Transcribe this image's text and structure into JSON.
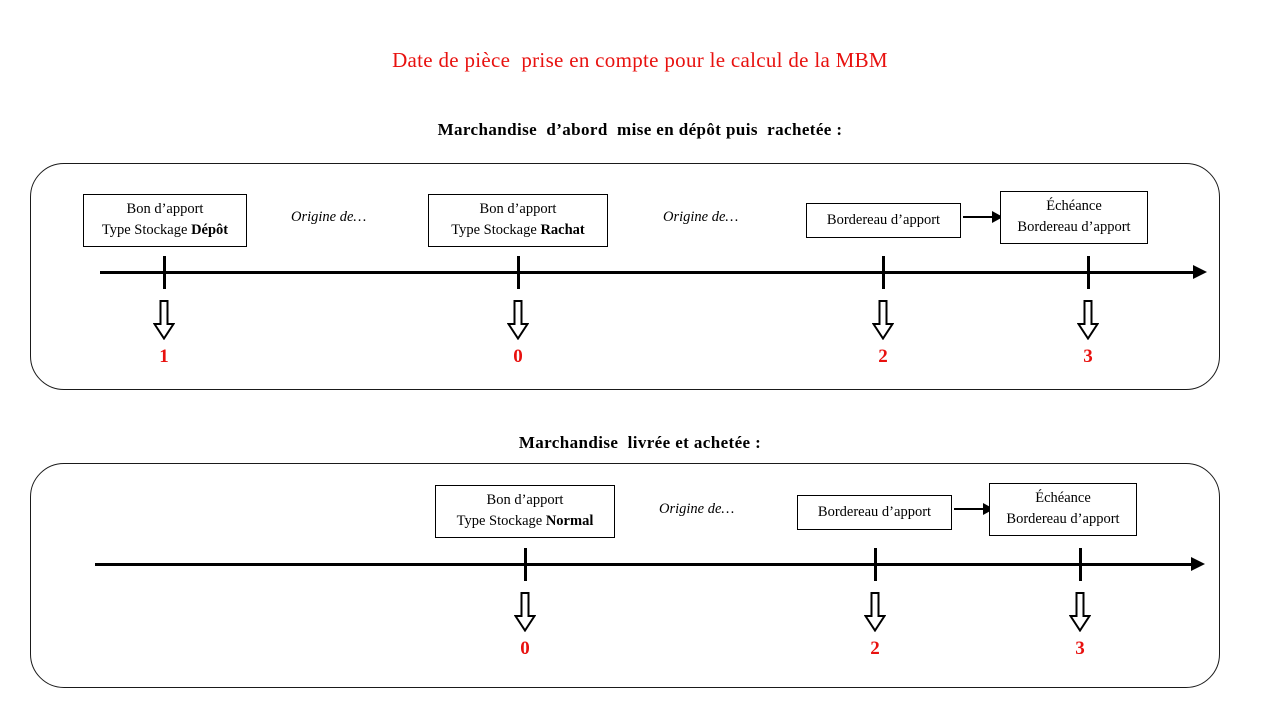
{
  "title": "Date de pièce  prise en compte pour le calcul de la MBM",
  "accent_color": "#e8110f",
  "line_color": "#000000",
  "sections": [
    {
      "heading": "Marchandise  d’abord  mise en dépôt puis  rachetée :",
      "boxes": [
        {
          "line1": "Bon  d’apport",
          "line2_plain": "Type Stockage ",
          "line2_bold": "Dépôt"
        },
        {
          "line1": "Bon  d’apport",
          "line2_plain": "Type Stockage ",
          "line2_bold": "Rachat"
        },
        {
          "line1": "Bordereau  d’apport",
          "line2_plain": "",
          "line2_bold": ""
        },
        {
          "line1": "Échéance",
          "line2_plain": "Bordereau  d’apport",
          "line2_bold": ""
        }
      ],
      "origine_labels": [
        "Origine de…",
        "Origine de…"
      ],
      "markers": [
        "1",
        "0",
        "2",
        "3"
      ]
    },
    {
      "heading": "Marchandise  livrée et achetée :",
      "boxes": [
        {
          "line1": "Bon  d’apport",
          "line2_plain": "Type Stockage ",
          "line2_bold": "Normal"
        },
        {
          "line1": "Bordereau  d’apport",
          "line2_plain": "",
          "line2_bold": ""
        },
        {
          "line1": "Échéance",
          "line2_plain": "Bordereau  d’apport",
          "line2_bold": ""
        }
      ],
      "origine_labels": [
        "Origine de…"
      ],
      "markers": [
        "0",
        "2",
        "3"
      ]
    }
  ]
}
